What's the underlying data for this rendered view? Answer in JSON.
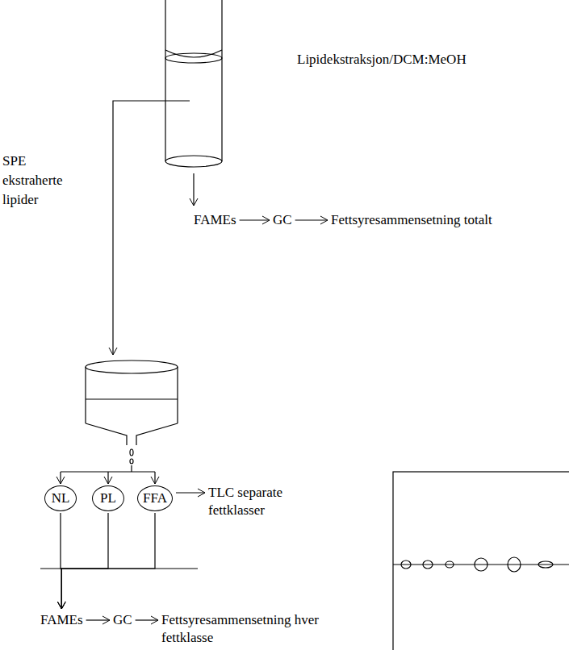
{
  "diagram": {
    "nodes": [
      {
        "text": [
          "FAMEs"
        ]
      },
      {
        "text": [
          "GC"
        ]
      },
      {
        "text": [
          "Fettsyresammensetning totalt"
        ]
      },
      {
        "text": [
          "NL"
        ]
      },
      {
        "text": [
          "PL"
        ]
      },
      {
        "text": [
          "FFA"
        ]
      },
      {
        "text": [
          "TLC separate fettklasser"
        ]
      },
      {
        "text": [
          "FAMEs"
        ]
      },
      {
        "text": [
          "GC"
        ]
      },
      {
        "text": [
          "Fettsyresammensetning hver fettklasse"
        ]
      }
    ],
    "edges": [
      {
        "from": 0,
        "to": 1,
        "arrow": "to"
      },
      {
        "from": 1,
        "to": 2,
        "arrow": "to"
      },
      {
        "from": 5,
        "to": 6,
        "arrow": "to"
      },
      {
        "from": 3,
        "to": 7,
        "arrow": "to"
      },
      {
        "from": 4,
        "to": 7,
        "arrow": "to"
      },
      {
        "from": 5,
        "to": 7,
        "arrow": "to"
      },
      {
        "from": 7,
        "to": 8,
        "arrow": "to"
      },
      {
        "from": 8,
        "to": 9,
        "arrow": "to"
      }
    ],
    "labels": [
      "Lipidekstraksjon/DCM:MeOH",
      "SPE ekstraherte lipider"
    ]
  }
}
